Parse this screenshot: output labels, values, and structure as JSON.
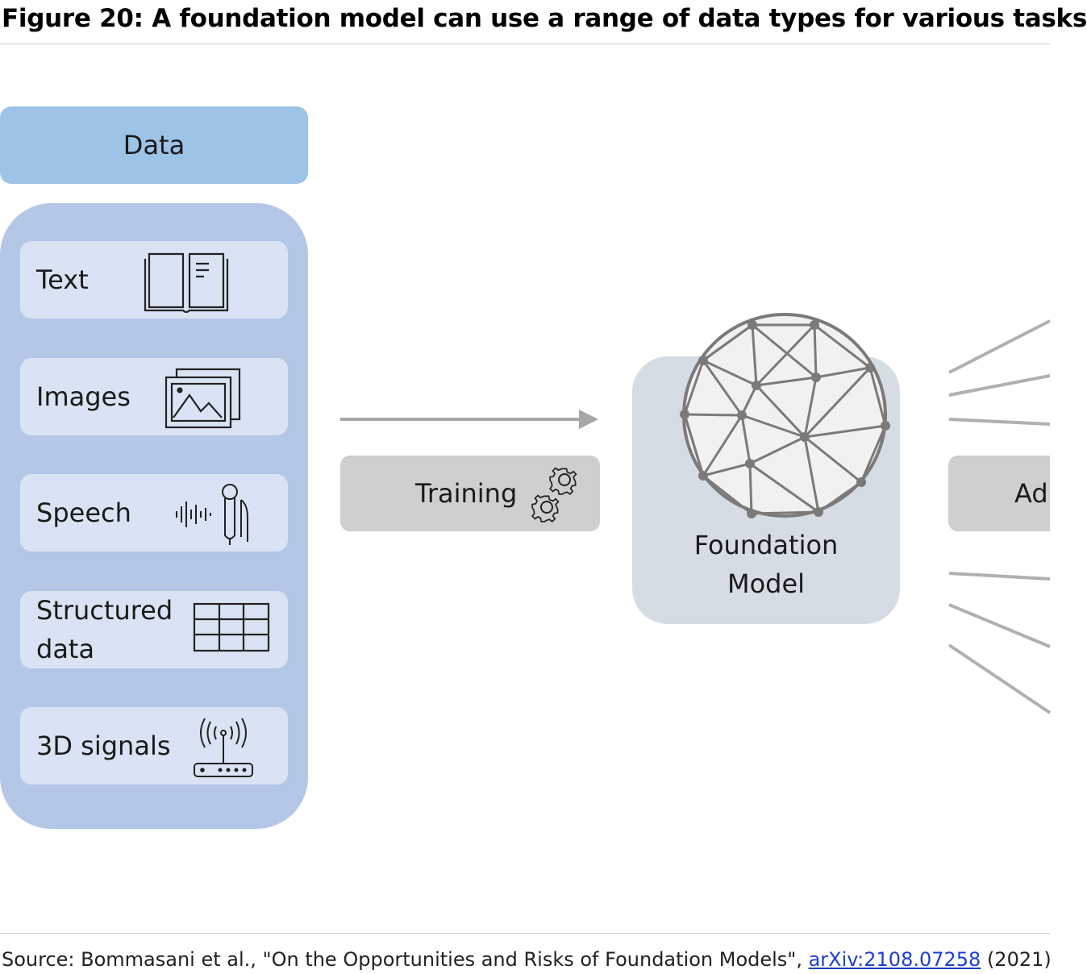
{
  "figure": {
    "title": "Figure 20: A foundation model can use a range of data types for various tasks"
  },
  "data_column": {
    "header": "Data",
    "items": [
      {
        "label": "Text",
        "icon": "book-icon"
      },
      {
        "label": "Images",
        "icon": "image-icon"
      },
      {
        "label": "Speech",
        "icon": "microphone-icon"
      },
      {
        "label": "Structured data",
        "icon": "table-icon"
      },
      {
        "label": "3D signals",
        "icon": "antenna-icon"
      }
    ]
  },
  "training": {
    "label": "Training",
    "icon": "gears-icon"
  },
  "model": {
    "label_line1": "Foundation",
    "label_line2": "Model",
    "icon": "neural-network-sphere-icon"
  },
  "adaptation": {
    "label": "Ad"
  },
  "source": {
    "prefix": "Source: Bommasani et al., \"On the Opportunities and Risks of Foundation Models\", ",
    "link_text": "arXiv:2108.07258",
    "suffix": " (2021)"
  },
  "colors": {
    "data_header": "#9dc3e6",
    "data_panel": "#b4c7e7",
    "data_item": "#dae3f3",
    "training_box": "#d0cece",
    "model_box": "#d6dce4",
    "arrow": "#a6a6a6",
    "link": "#1f3fcf"
  }
}
